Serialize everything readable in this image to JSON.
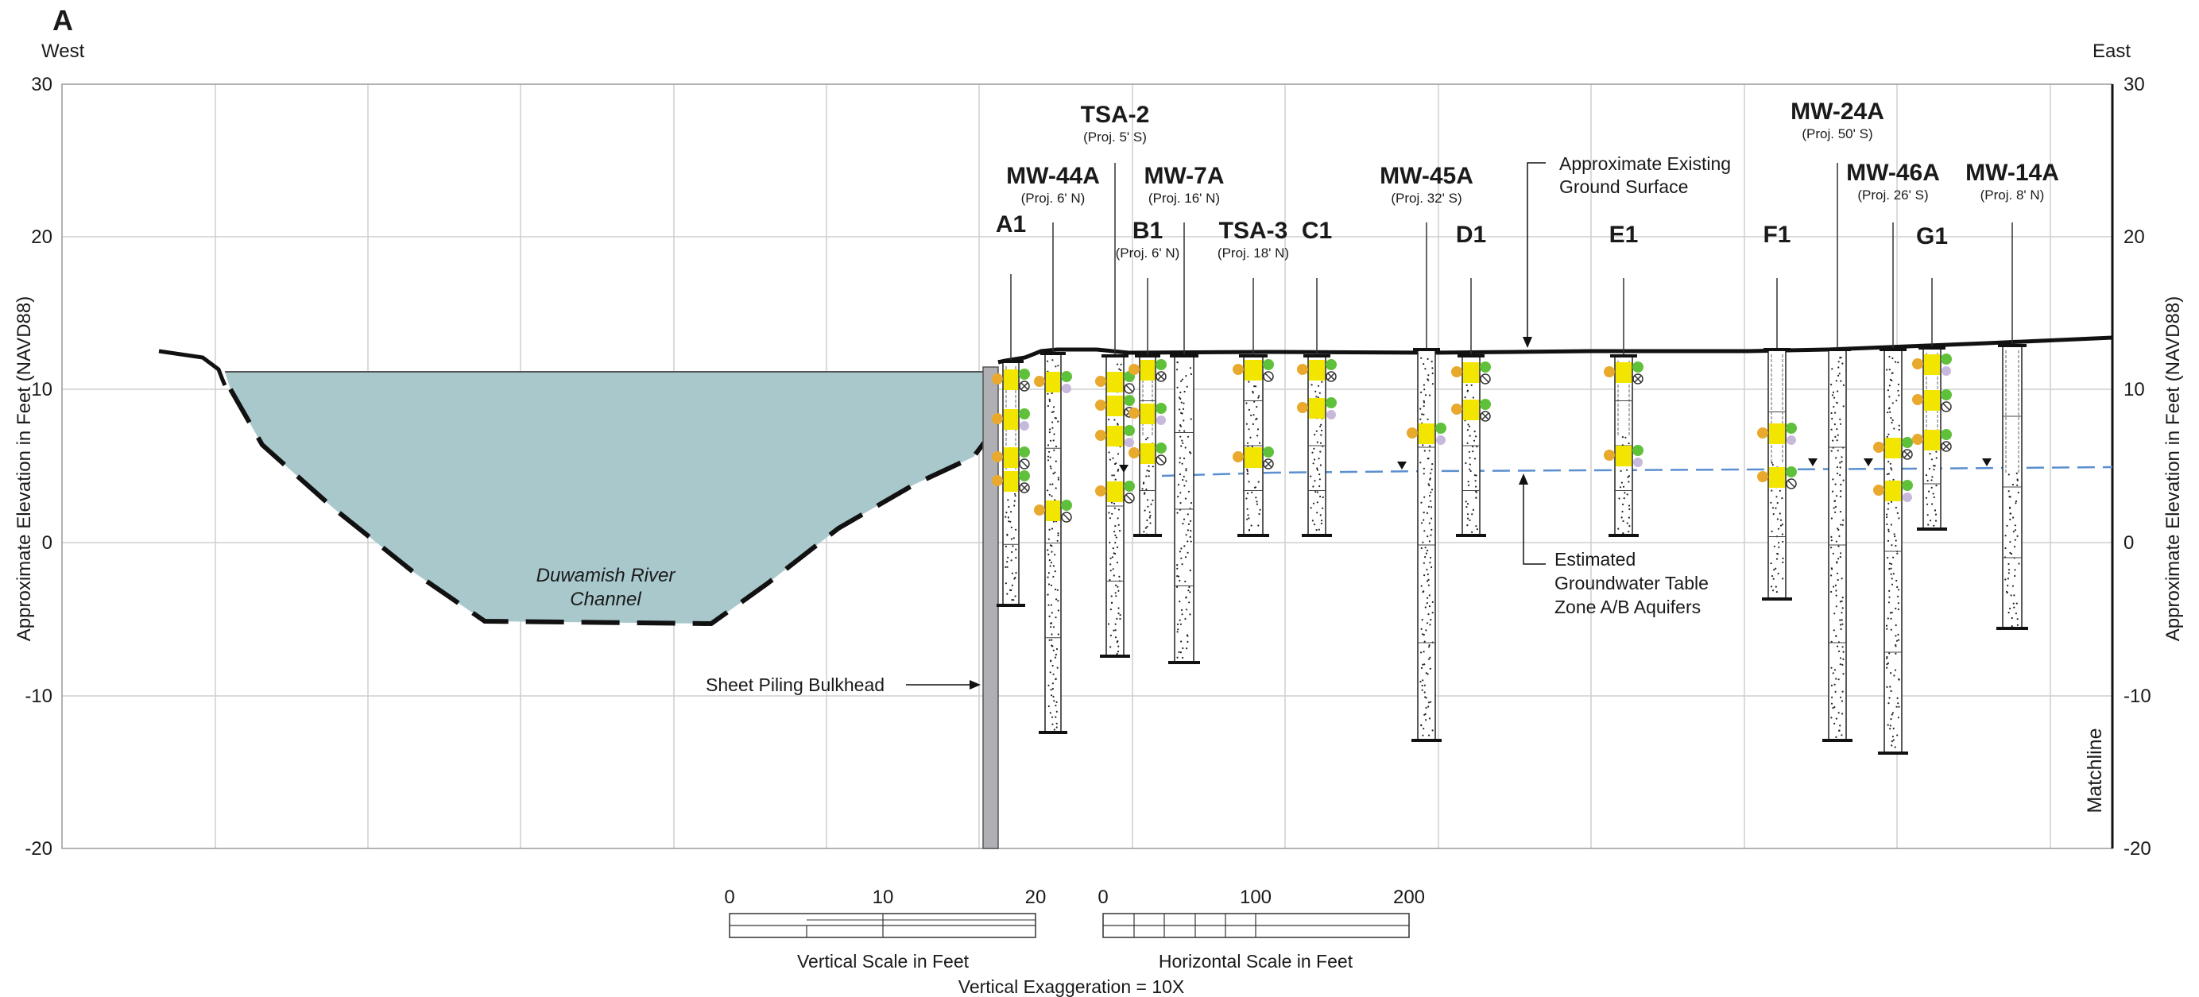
{
  "figure": {
    "panel_label": "A",
    "west": "West",
    "east": "East",
    "y_axis_label": "Approximate Elevation in Feet (NAVD88)",
    "y_ticks": [
      "30",
      "20",
      "10",
      "0",
      "-10",
      "-20"
    ],
    "matchline": "Matchline"
  },
  "annotations": {
    "ground_surface": [
      "Approximate Existing",
      "Ground Surface"
    ],
    "groundwater": [
      "Estimated",
      "Groundwater Table",
      "Zone A/B Aquifers"
    ],
    "sheet_piling": "Sheet Piling Bulkhead",
    "river": [
      "Duwamish River",
      "Channel"
    ]
  },
  "borings": [
    {
      "name": "A1",
      "proj": ""
    },
    {
      "name": "MW-44A",
      "proj": "(Proj. 6' N)"
    },
    {
      "name": "TSA-2",
      "proj": "(Proj. 5' S)"
    },
    {
      "name": "B1",
      "proj": "(Proj. 6' N)"
    },
    {
      "name": "MW-7A",
      "proj": "(Proj. 16' N)"
    },
    {
      "name": "TSA-3",
      "proj": "(Proj. 18' N)"
    },
    {
      "name": "C1",
      "proj": ""
    },
    {
      "name": "MW-45A",
      "proj": "(Proj. 32' S)"
    },
    {
      "name": "D1",
      "proj": ""
    },
    {
      "name": "E1",
      "proj": ""
    },
    {
      "name": "F1",
      "proj": ""
    },
    {
      "name": "MW-24A",
      "proj": "(Proj. 50' S)"
    },
    {
      "name": "MW-46A",
      "proj": "(Proj. 26' S)"
    },
    {
      "name": "G1",
      "proj": ""
    },
    {
      "name": "MW-14A",
      "proj": "(Proj. 8' N)"
    }
  ],
  "scales": {
    "vertical_ticks": [
      "0",
      "10",
      "20"
    ],
    "vertical_caption": "Vertical Scale in Feet",
    "horizontal_ticks": [
      "0",
      "100",
      "200"
    ],
    "horizontal_caption": "Horizontal Scale in Feet",
    "exaggeration": "Vertical Exaggeration = 10X"
  },
  "colors": {
    "river_fill": "#a9c8cc",
    "groundwater_line": "#5b8fd0",
    "sample_yellow": "#f2e600",
    "sample_orange": "#e8a92c",
    "sample_green": "#5fc13a",
    "sample_lavender": "#c7b9dc",
    "sample_cyan": "#36c0d9",
    "sheet_pile": "#b0b0b4"
  }
}
